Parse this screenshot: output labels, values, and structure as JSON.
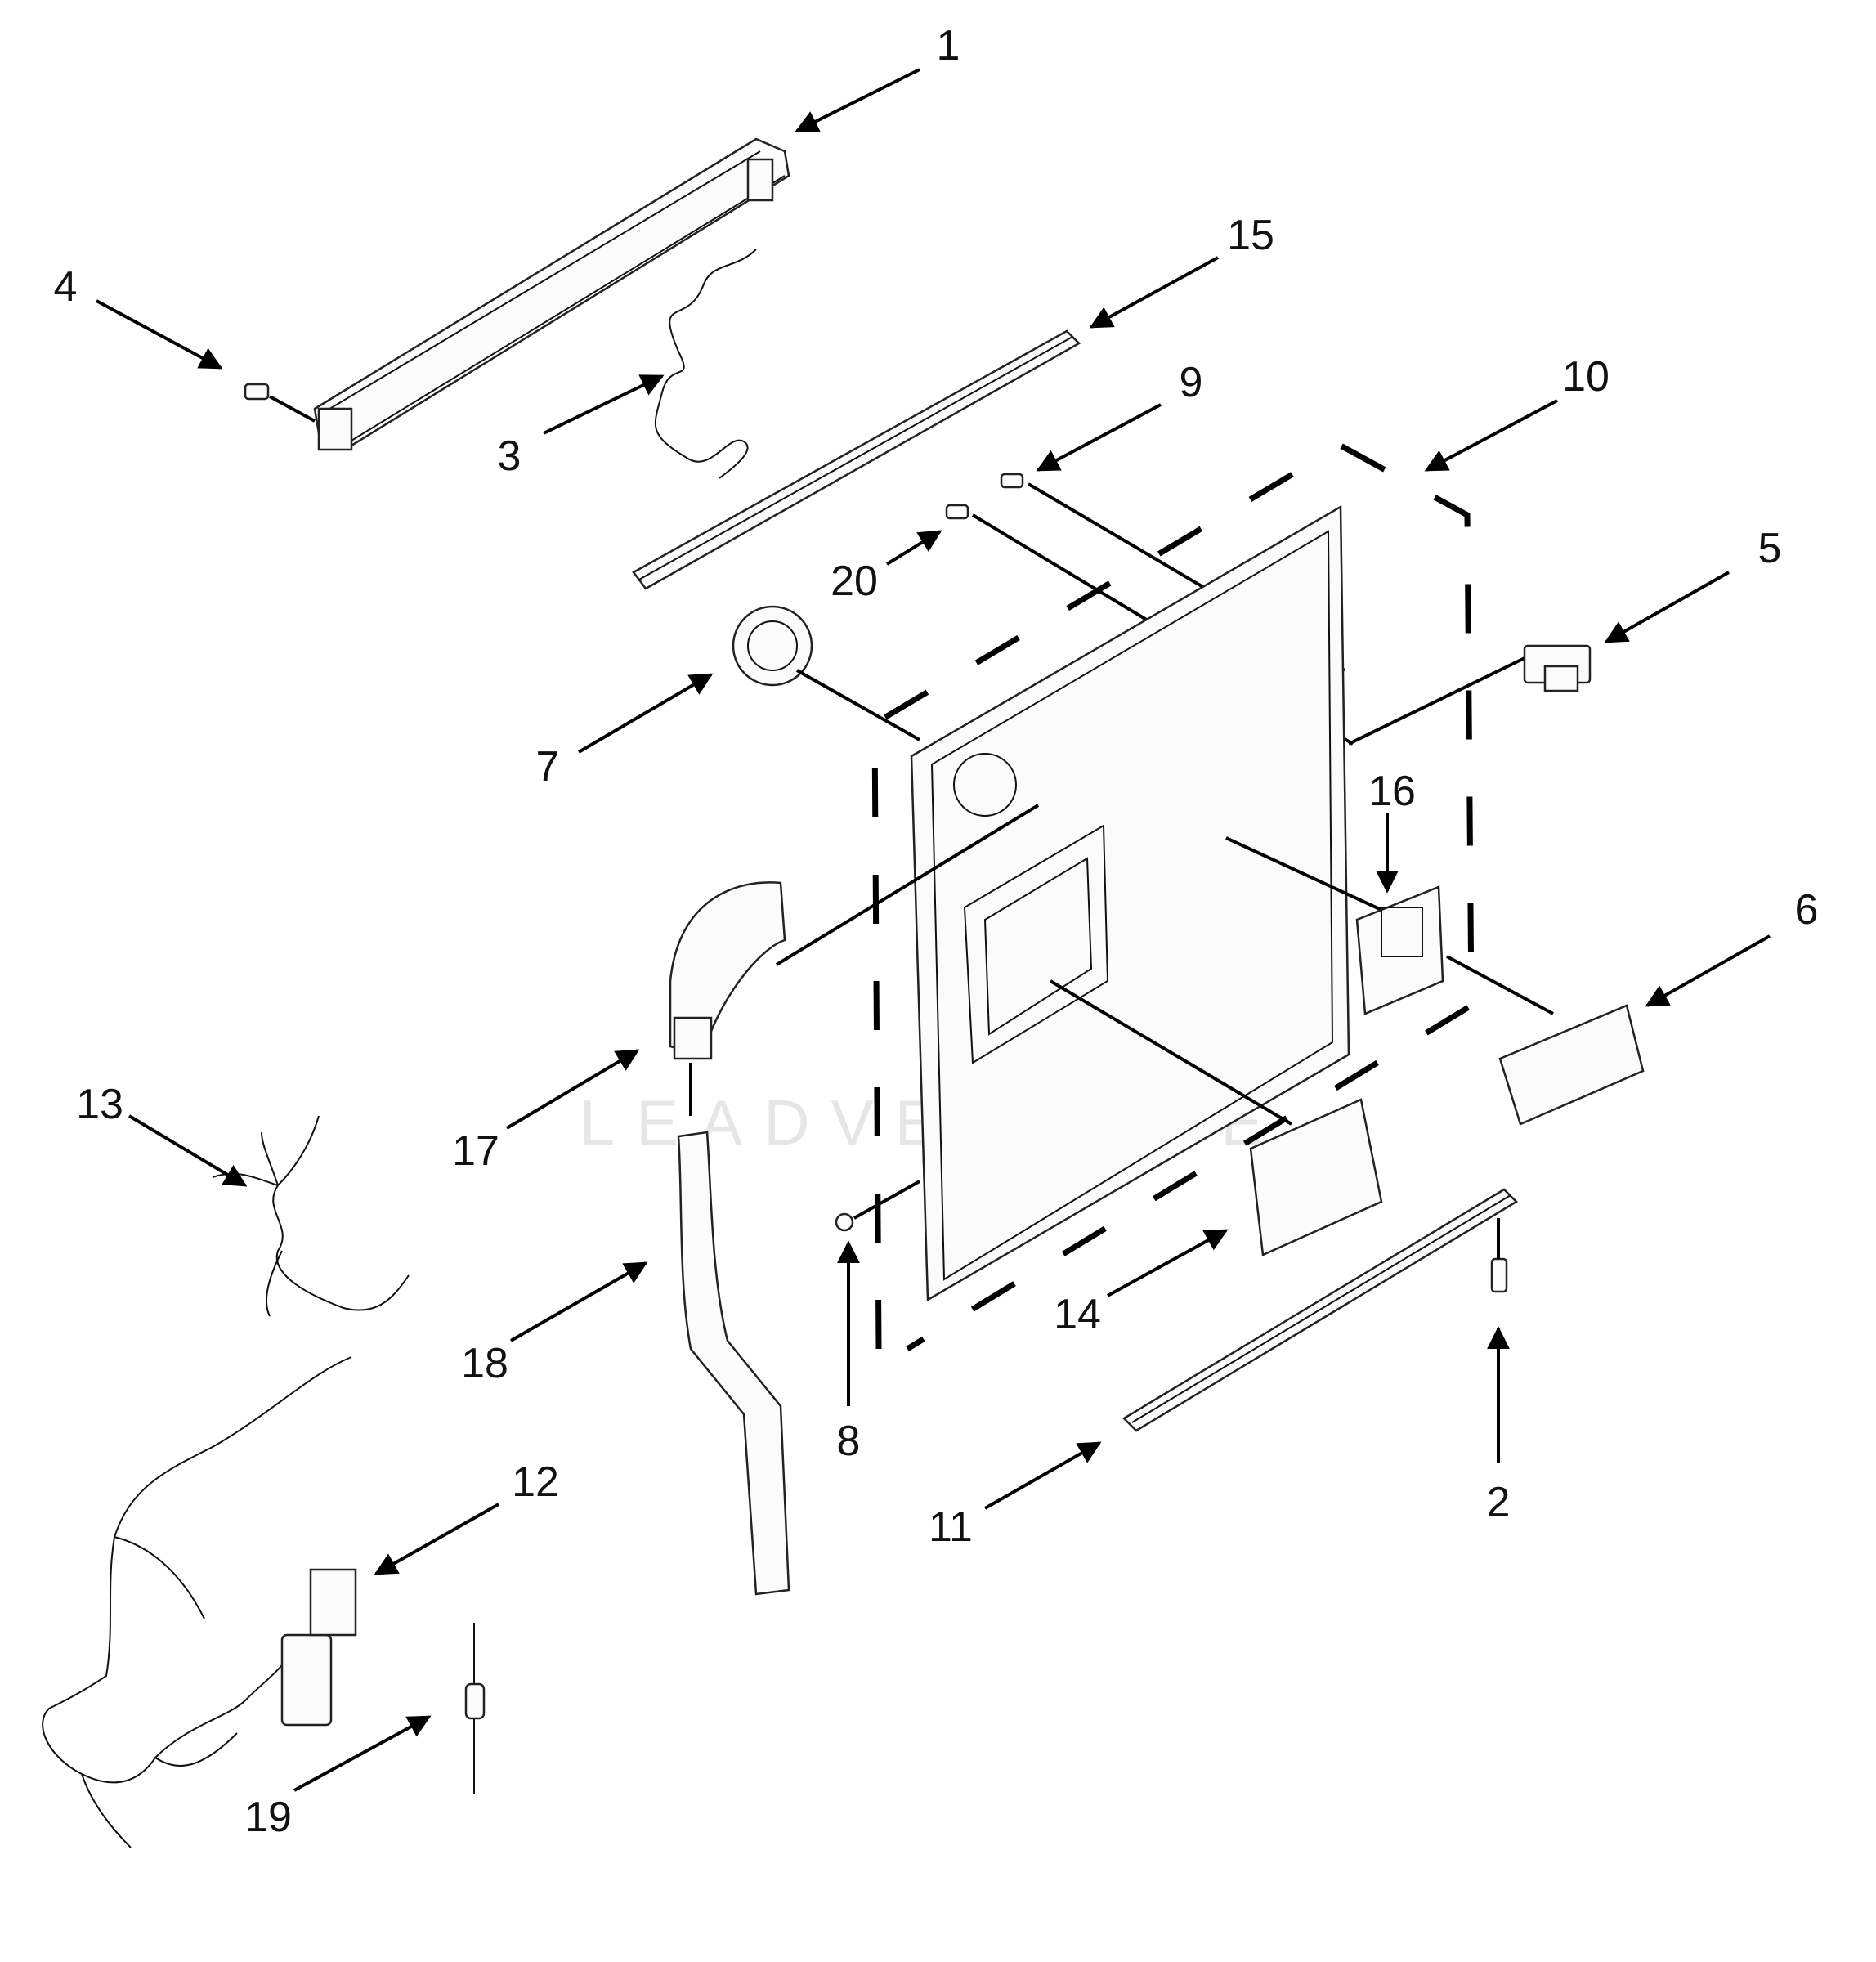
{
  "diagram": {
    "watermark": "LEADVENTURE",
    "callouts": [
      "1",
      "2",
      "3",
      "4",
      "5",
      "6",
      "7",
      "8",
      "9",
      "10",
      "11",
      "12",
      "13",
      "14",
      "15",
      "16",
      "17",
      "18",
      "19",
      "20"
    ]
  }
}
